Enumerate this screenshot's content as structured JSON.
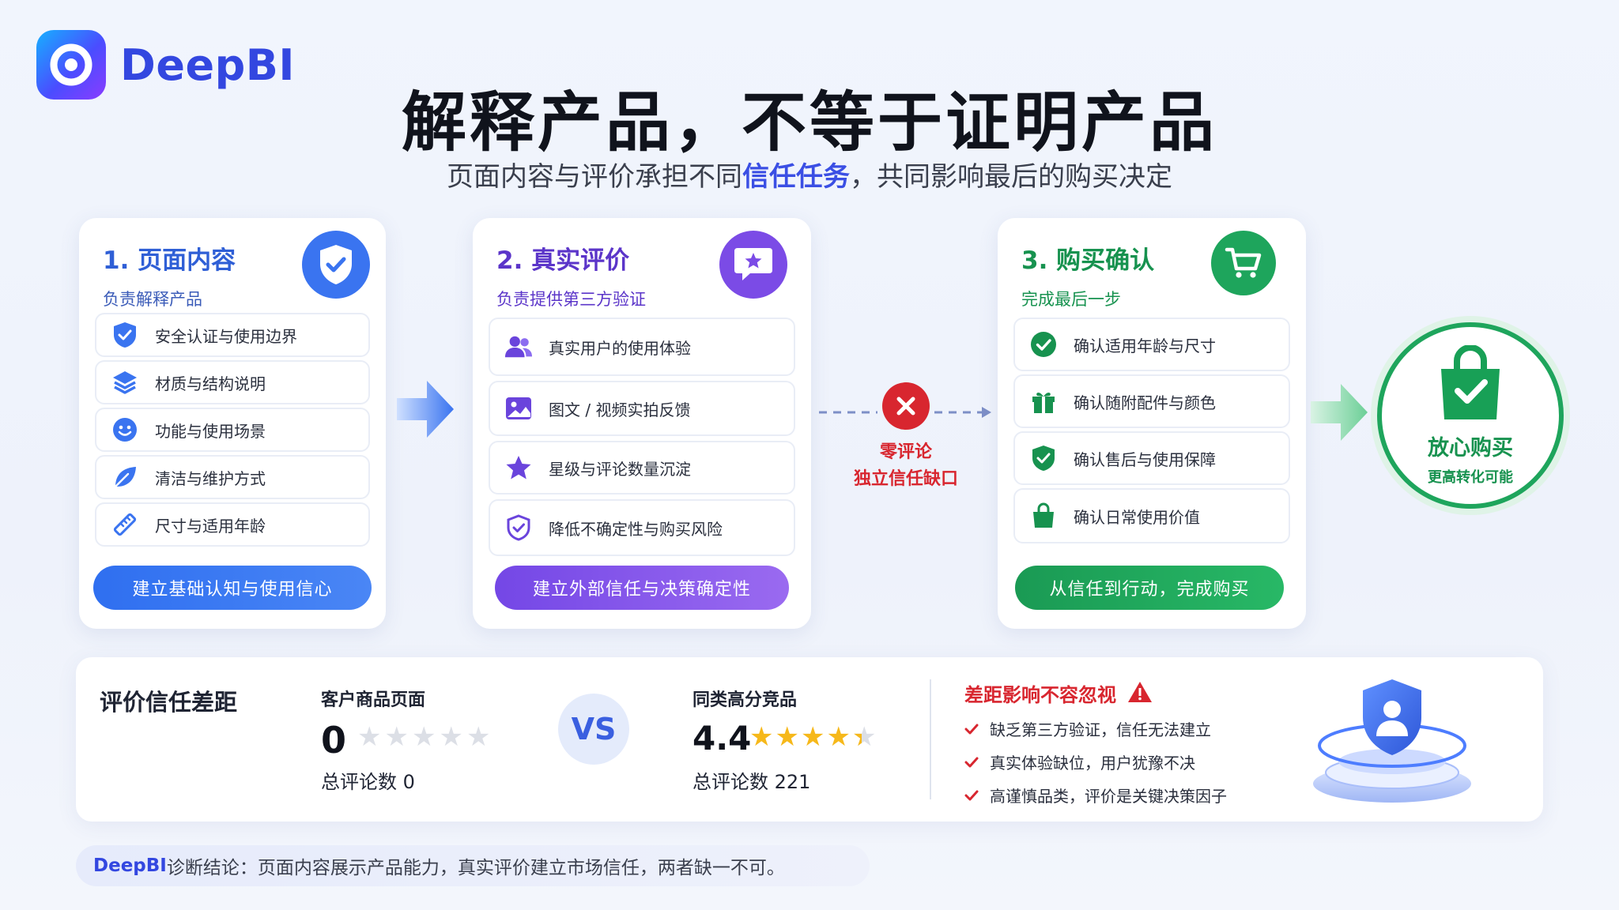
{
  "brand": {
    "name": "DeepBI"
  },
  "header": {
    "title": "解释产品，不等于证明产品",
    "subtitle_pre": "页面内容与评价承担不同",
    "subtitle_highlight": "信任任务",
    "subtitle_post": "，共同影响最后的购买决定"
  },
  "cards": [
    {
      "title": "1. 页面内容",
      "subtitle": "负责解释产品",
      "items": [
        "安全认证与使用边界",
        "材质与结构说明",
        "功能与使用场景",
        "清洁与维护方式",
        "尺寸与适用年龄"
      ],
      "button": "建立基础认知与使用信心"
    },
    {
      "title": "2. 真实评价",
      "subtitle": "负责提供第三方验证",
      "items": [
        "真实用户的使用体验",
        "图文 / 视频实拍反馈",
        "星级与评论数量沉淀",
        "降低不确定性与购买风险"
      ],
      "button": "建立外部信任与决策确定性"
    },
    {
      "title": "3. 购买确认",
      "subtitle": "完成最后一步",
      "items": [
        "确认适用年龄与尺寸",
        "确认随附配件与颜色",
        "确认售后与使用保障",
        "确认日常使用价值"
      ],
      "button": "从信任到行动，完成购买"
    }
  ],
  "gap_marker": {
    "line1": "零评论",
    "line2": "独立信任缺口"
  },
  "result": {
    "title": "放心购买",
    "subtitle": "更高转化可能"
  },
  "comparison": {
    "section_title": "评价信任差距",
    "left": {
      "label": "客户商品页面",
      "rating": "0",
      "count_text": "总评论数 0",
      "stars_filled": 0
    },
    "vs": "VS",
    "right": {
      "label": "同类高分竞品",
      "rating": "4.4",
      "count_text": "总评论数 221",
      "stars_filled": 4.4
    },
    "impact_title": "差距影响不容忽视",
    "impact_points": [
      "缺乏第三方验证，信任无法建立",
      "真实体验缺位，用户犹豫不决",
      "高谨慎品类，评价是关键决策因子"
    ]
  },
  "footer": {
    "brand": "DeepBI",
    "text": " 诊断结论：页面内容展示产品能力，真实评价建立市场信任，两者缺一不可。"
  },
  "colors": {
    "blue": "#3a74f0",
    "purple": "#7b4be6",
    "green": "#1ea55c",
    "red": "#d8262f"
  },
  "icons": {
    "card1": [
      "shield-check-icon",
      "layers-icon",
      "smile-icon",
      "leaf-icon",
      "ruler-icon"
    ],
    "card2": [
      "users-icon",
      "image-icon",
      "star-icon",
      "shield-check-icon"
    ],
    "card3": [
      "check-circle-icon",
      "gift-icon",
      "shield-check-icon",
      "shopping-bag-icon"
    ]
  }
}
